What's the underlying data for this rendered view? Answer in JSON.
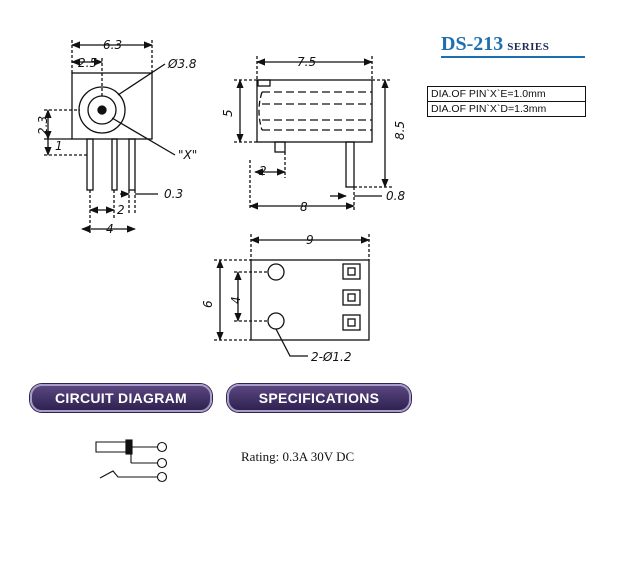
{
  "title": {
    "model": "DS-213",
    "series": "SERIES"
  },
  "pin_table": [
    "DIA.OF PIN`X`E=1.0mm",
    "DIA.OF PIN`X`D=1.3mm"
  ],
  "front_view": {
    "overall_width": "6.3",
    "pin_offset": "2.5",
    "hole_dia": "Ø3.8",
    "height_to_center": "2.3",
    "pin_drop": "1",
    "pin_label": "\"X\"",
    "pin_width": "0.3",
    "pin_pitch": "2",
    "pin_span": "4"
  },
  "side_view": {
    "body_length": "7.5",
    "body_height": "5",
    "overall_height": "8.5",
    "pin_inset": "2",
    "overall_length": "8",
    "pin_width": "0.8"
  },
  "bottom_view": {
    "width": "9",
    "depth": "6",
    "hole_pitch": "4",
    "holes": "2-Ø1.2"
  },
  "buttons": {
    "circuit": "CIRCUIT DIAGRAM",
    "specs": "SPECIFICATIONS"
  },
  "specs": {
    "rating": "Rating: 0.3A 30V DC"
  },
  "colors": {
    "title": "#1e6fb0",
    "pill": "#3a2c63",
    "pill_border": "#a99cc8",
    "ink": "#111111"
  }
}
